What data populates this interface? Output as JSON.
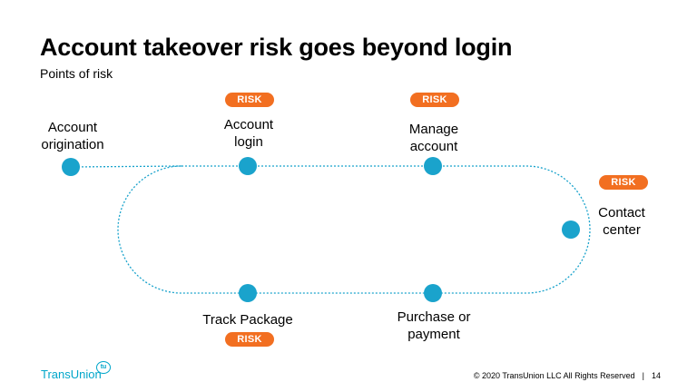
{
  "slide": {
    "title": "Account takeover risk goes beyond login",
    "subtitle": "Points of risk"
  },
  "stages": [
    {
      "id": "account-origination",
      "label": "Account\norigination",
      "risk": false
    },
    {
      "id": "account-login",
      "label": "Account\nlogin",
      "risk": true
    },
    {
      "id": "manage-account",
      "label": "Manage\naccount",
      "risk": true
    },
    {
      "id": "contact-center",
      "label": "Contact\ncenter",
      "risk": true
    },
    {
      "id": "purchase-or-payment",
      "label": "Purchase or\npayment",
      "risk": false
    },
    {
      "id": "track-package",
      "label": "Track Package",
      "risk": true
    }
  ],
  "risk_label": "RISK",
  "colors": {
    "node": "#1aa3cc",
    "path": "#1aa3cc",
    "risk_badge": "#f26f21",
    "brand": "#00a6ca"
  },
  "footer": {
    "brand_name": "TransUnion",
    "brand_mark": "tu",
    "copyright": "© 2020 TransUnion LLC All Rights Reserved",
    "page_number": "14"
  }
}
